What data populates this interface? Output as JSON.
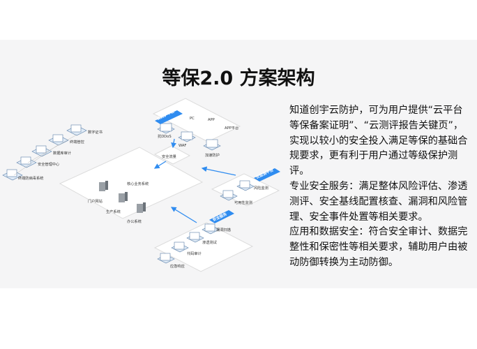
{
  "title": "等保2.0 方案架构",
  "description": {
    "p1": "知道创宇云防护，可为用户提供“云平台等保备案证明”、“云测评报告关键页”，实现以较小的安全投入满足等保的基础合规要求，更有利于用户通过等级保护测评。",
    "p2": "专业安全服务：满足整体风险评估、渗透测评、安全基线配置核查、漏洞和风险管理、安全事件处置等相关要求。",
    "p3": "应用和数据安全：符合安全审计、数据完整性和保密性等相关要求，辅助用户由被动防御转换为主动防御。"
  },
  "diagram": {
    "top_tag": "云防护平台",
    "top_items": [
      "PC",
      "APP",
      "APP平台"
    ],
    "top_nodes": [
      "抗DDoS",
      "WAF",
      "加速防护"
    ],
    "middle": "安全流量",
    "core": "核心业务系统",
    "core_systems": [
      "门户网站",
      "生产系统",
      "办公系统"
    ],
    "left_nodes": [
      "数字证书",
      "终端管控",
      "数据库审计",
      "安全管理中心",
      "终端防病毒系统"
    ],
    "right_tag_1": "云监测平台",
    "right_nodes_1": [
      "风险监测",
      "可用性监测"
    ],
    "right_tag_2": "安全服务",
    "right_nodes_2": [
      "漏洞扫描",
      "渗透测试",
      "代码审计",
      "应急响应"
    ]
  },
  "colors": {
    "accent": "#2f8cf0",
    "panel": "#f5f5f6",
    "line": "#2f8cf0"
  }
}
